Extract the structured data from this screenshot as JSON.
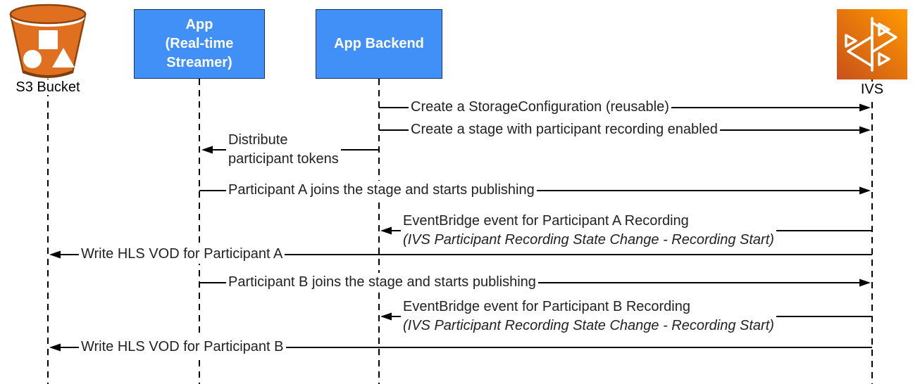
{
  "diagram": {
    "type": "sequence",
    "participants": [
      {
        "id": "s3",
        "label": "S3 Bucket",
        "icon": "s3-bucket-icon"
      },
      {
        "id": "app",
        "label": "App\n(Real-time\nStreamer)",
        "icon": null
      },
      {
        "id": "backend",
        "label": "App Backend",
        "icon": null
      },
      {
        "id": "ivs",
        "label": "IVS",
        "icon": "ivs-icon"
      }
    ],
    "messages": [
      {
        "from": "App Backend",
        "to": "IVS",
        "label": "Create a StorageConfiguration (reusable)"
      },
      {
        "from": "App Backend",
        "to": "IVS",
        "label": "Create a stage with participant recording enabled"
      },
      {
        "from": "App Backend",
        "to": "App (Real-time Streamer)",
        "label": "Distribute\nparticipant tokens"
      },
      {
        "from": "App (Real-time Streamer)",
        "to": "IVS",
        "label": "Participant A joins the stage and starts publishing"
      },
      {
        "from": "IVS",
        "to": "App Backend",
        "label": "EventBridge event for Participant A Recording",
        "detail": "(IVS Participant Recording State Change - Recording Start)"
      },
      {
        "from": "IVS",
        "to": "S3 Bucket",
        "label": "Write HLS VOD for Participant A"
      },
      {
        "from": "App (Real-time Streamer)",
        "to": "IVS",
        "label": "Participant B joins the stage and starts publishing"
      },
      {
        "from": "IVS",
        "to": "App Backend",
        "label": "EventBridge event for Participant B Recording",
        "detail": "(IVS Participant Recording State Change - Recording Start)"
      },
      {
        "from": "IVS",
        "to": "S3 Bucket",
        "label": "Write HLS VOD for Participant B"
      }
    ],
    "colors": {
      "participant_box_fill": "#4190F7",
      "participant_box_border": "#16365C",
      "s3_bucket_orange": "#E0701F",
      "s3_bucket_outline": "#8C4510",
      "s3_bucket_base": "#7B3F0E",
      "ivs_gradient_start": "#C8511B",
      "ivs_gradient_end": "#FF9900",
      "line_color": "#000000",
      "text_color": "#222222"
    }
  }
}
